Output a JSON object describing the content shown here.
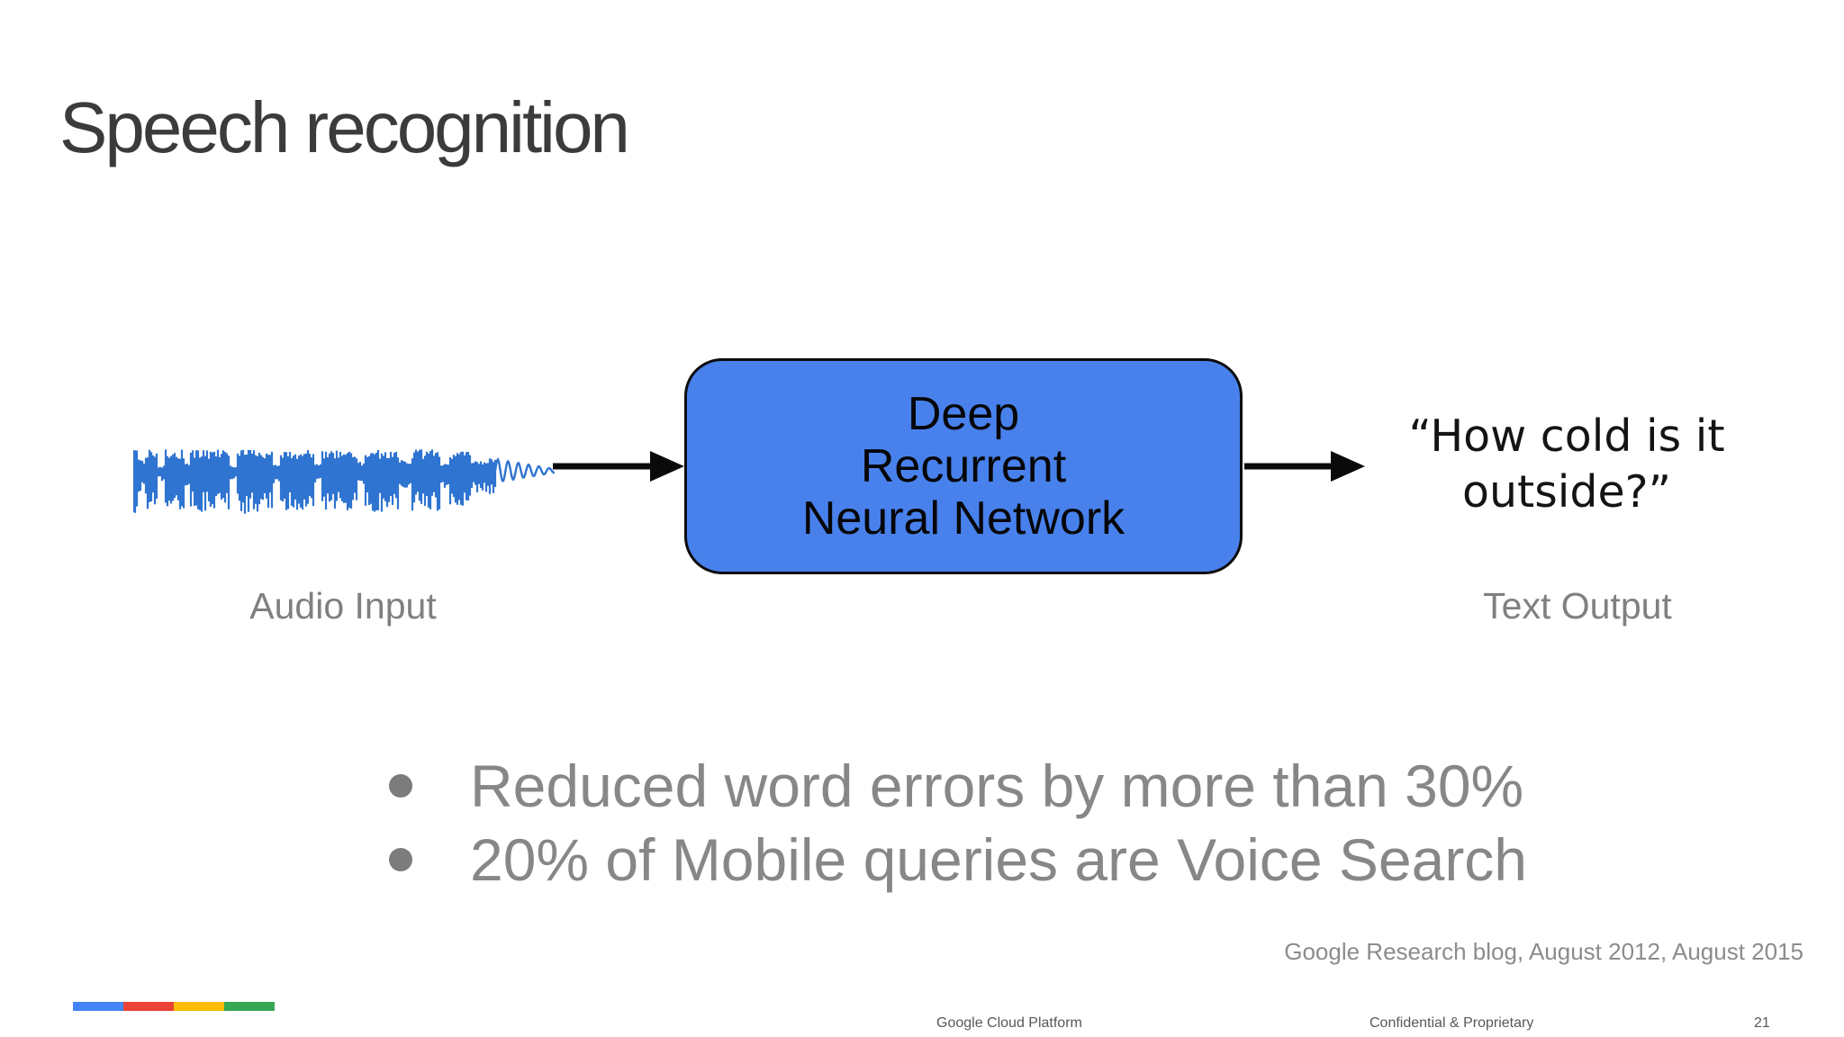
{
  "slide": {
    "title": "Speech recognition",
    "diagram": {
      "audio_input_label": "Audio Input",
      "box_lines": [
        "Deep",
        "Recurrent",
        "Neural Network"
      ],
      "output_quote_line1": "“How cold is it",
      "output_quote_line2": "outside?”",
      "text_output_label": "Text Output"
    },
    "bullets": [
      "Reduced word errors by more than 30%",
      "20% of Mobile queries are Voice Search"
    ],
    "attribution": "Google Research blog, August 2012, August 2015",
    "footer": {
      "brand": "Google Cloud Platform",
      "confidential": "Confidential & Proprietary",
      "page_number": "21",
      "logo_colors": [
        "#4285F4",
        "#EA4335",
        "#FBBC05",
        "#34A853"
      ]
    },
    "colors": {
      "waveform_blue": "#2F74D0",
      "box_fill": "#4881EC",
      "arrow_black": "#0a0a0a"
    }
  }
}
